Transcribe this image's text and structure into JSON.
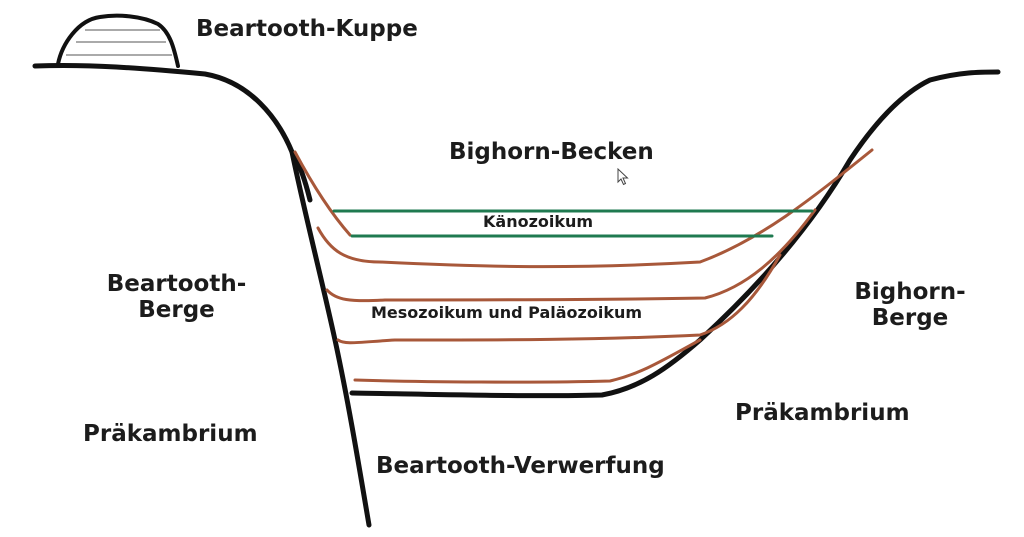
{
  "diagram": {
    "labels": {
      "kuppe": "Beartooth-Kuppe",
      "becken": "Bighorn-Becken",
      "kanozoikum": "Känozoikum",
      "mesozoikum": "Mesozoikum und Paläozoikum",
      "beartooth_berge_line1": "Beartooth-",
      "beartooth_berge_line2": "Berge",
      "bighorn_berge_line1": "Bighorn-",
      "bighorn_berge_line2": "Berge",
      "prakambrium_left": "Präkambrium",
      "prakambrium_right": "Präkambrium",
      "verwerfung": "Beartooth-Verwerfung"
    },
    "colors": {
      "outline": "#111111",
      "sediment_layers": "#a8583a",
      "kanozoikum_bounds": "#1f7a50"
    },
    "icons": {
      "cursor": "mouse-pointer-icon"
    }
  }
}
